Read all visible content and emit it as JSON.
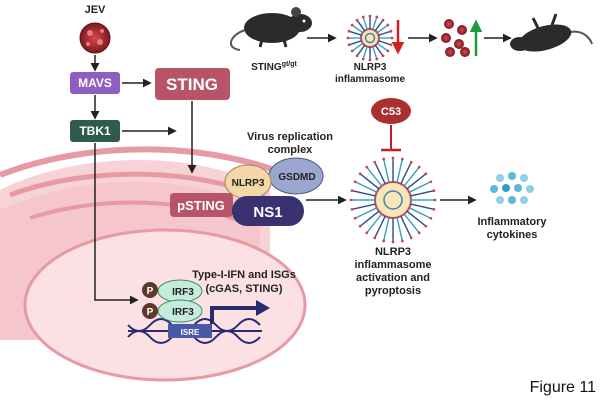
{
  "labels": {
    "jev": "JEV",
    "mavs": "MAVS",
    "sting": "STING",
    "tbk1": "TBK1",
    "psting": "pSTING",
    "nlrp3_small": "NLRP3",
    "gsdmd": "GSDMD",
    "ns1": "NS1",
    "virus_complex_line1": "Virus replication",
    "virus_complex_line2": "complex",
    "c53": "C53",
    "mouse_label_main": "STING",
    "mouse_label_sup": "gt/gt",
    "inflammasome_top_line1": "NLRP3",
    "inflammasome_top_line2": "inflammasome",
    "activation_line1": "NLRP3",
    "activation_line2": "inflammasome",
    "activation_line3": "activation and",
    "activation_line4": "pyroptosis",
    "cytokines_line1": "Inflammatory",
    "cytokines_line2": "cytokines",
    "irf3_a": "IRF3",
    "irf3_b": "IRF3",
    "p_a": "P",
    "p_b": "P",
    "isre": "ISRE",
    "ifn_line1": "Type-I-IFN and ISGs",
    "ifn_line2": "(cGAS, STING)",
    "figure": "Figure 11"
  },
  "colors": {
    "mavs": "#8e5fbf",
    "sting": "#b85467",
    "tbk1": "#2f5b4f",
    "ns1": "#3a3170",
    "gsdmd": "#9aa7cf",
    "nlrp3": "#f3d7a8",
    "c53": "#a83030",
    "irf3": "#c5ebdc",
    "phospho": "#5b3a2a",
    "isre": "#4a58a8",
    "er": "#f6c9cd",
    "virus": "#a8252f",
    "down_arrow": "#d22020",
    "up_arrow": "#1f9a3a",
    "cytokine": "#5ab8d8"
  }
}
